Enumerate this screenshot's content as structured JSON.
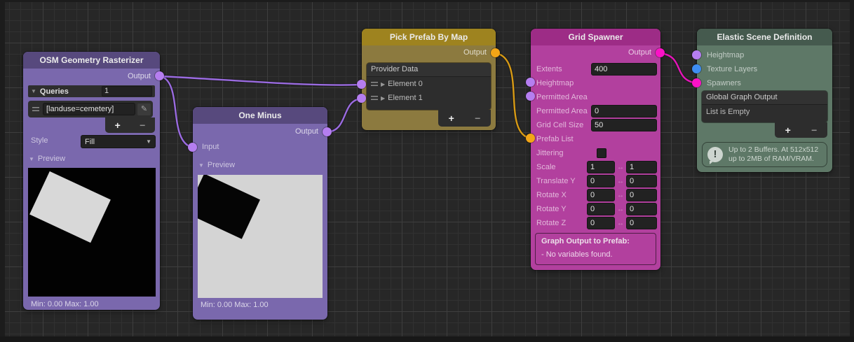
{
  "controls": {
    "add": "+",
    "remove": "−"
  },
  "icons": {
    "foldout_open": "▼",
    "foldout_closed": "▶",
    "dropdown_arrow": "▼",
    "edit": "✎"
  },
  "colors": {
    "canvas_bg": "#272727",
    "grid_minor": "#313131",
    "grid_major": "#3e3e3e",
    "node_purple_header": "#57497d",
    "node_purple_body": "#7a68ad",
    "node_gold_header": "#9e831f",
    "node_gold_body": "#8c7a3f",
    "node_magenta_header": "#9d2c86",
    "node_magenta_body": "#b2409e",
    "node_green_header": "#455a4e",
    "node_green_body": "#5e7867",
    "port_map_purple": "#b57ef0",
    "port_prefab_orange": "#f2a517",
    "port_spawner_magenta": "#fb12c6",
    "port_texture_blue": "#3e8df2",
    "wire_purple": "#9a6be0",
    "wire_orange": "#d79a15",
    "wire_magenta": "#e415b8"
  },
  "nodes": {
    "osm": {
      "title": "OSM Geometry Rasterizer",
      "output_label": "Output",
      "queries_label": "Queries",
      "queries_count": "1",
      "query_value": "[landuse=cemetery]",
      "style_label": "Style",
      "style_value": "Fill",
      "preview_label": "Preview",
      "minmax_label": "Min: 0.00 Max: 1.00"
    },
    "one_minus": {
      "title": "One Minus",
      "output_label": "Output",
      "input_label": "Input",
      "preview_label": "Preview",
      "minmax_label": "Min: 0.00 Max: 1.00"
    },
    "pick_prefab": {
      "title": "Pick Prefab By Map",
      "output_label": "Output",
      "list_title": "Provider Data",
      "elements": [
        {
          "label": "Element 0"
        },
        {
          "label": "Element 1"
        }
      ]
    },
    "grid_spawner": {
      "title": "Grid Spawner",
      "output_label": "Output",
      "extents_label": "Extents",
      "extents_value": "400",
      "heightmap_label": "Heightmap",
      "permitted_area_port_label": "Permitted Area",
      "permitted_area_label": "Permitted Area",
      "permitted_area_value": "0",
      "grid_cell_size_label": "Grid Cell Size",
      "grid_cell_size_value": "50",
      "prefab_list_label": "Prefab List",
      "jittering_label": "Jittering",
      "range_separator": "↔",
      "ranges": [
        {
          "label": "Scale",
          "min": "1",
          "max": "1"
        },
        {
          "label": "Translate Y",
          "min": "0",
          "max": "0"
        },
        {
          "label": "Rotate X",
          "min": "0",
          "max": "0"
        },
        {
          "label": "Rotate Y",
          "min": "0",
          "max": "0"
        },
        {
          "label": "Rotate Z",
          "min": "0",
          "max": "0"
        }
      ],
      "graph_output_title": "Graph Output to Prefab:",
      "graph_output_body": "- No variables found."
    },
    "elastic": {
      "title": "Elastic Scene Definition",
      "heightmap_label": "Heightmap",
      "texture_layers_label": "Texture Layers",
      "spawners_label": "Spawners",
      "list_title": "Global Graph Output",
      "list_empty_label": "List is Empty",
      "info_icon": "!",
      "info_line1": "Up to 2 Buffers. At 512x512",
      "info_line2": "up to 2MB of RAM/VRAM."
    }
  }
}
